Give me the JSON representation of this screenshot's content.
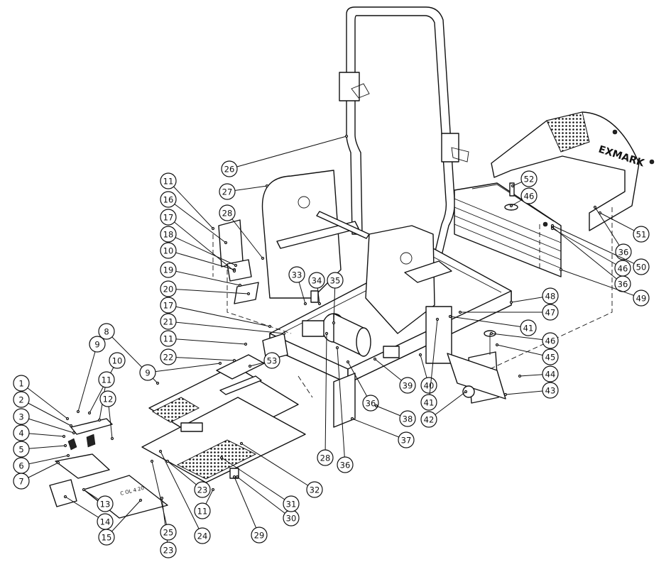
{
  "callouts": [
    {
      "id": "c1",
      "label": "1"
    },
    {
      "id": "c2",
      "label": "2"
    },
    {
      "id": "c3",
      "label": "3"
    },
    {
      "id": "c4",
      "label": "4"
    },
    {
      "id": "c5",
      "label": "5"
    },
    {
      "id": "c6",
      "label": "6"
    },
    {
      "id": "c7",
      "label": "7"
    },
    {
      "id": "c8",
      "label": "8"
    },
    {
      "id": "c9a",
      "label": "9"
    },
    {
      "id": "c9b",
      "label": "9"
    },
    {
      "id": "c10a",
      "label": "10"
    },
    {
      "id": "c10b",
      "label": "10"
    },
    {
      "id": "c11a",
      "label": "11"
    },
    {
      "id": "c11b",
      "label": "11"
    },
    {
      "id": "c11c",
      "label": "11"
    },
    {
      "id": "c11d",
      "label": "11"
    },
    {
      "id": "c12",
      "label": "12"
    },
    {
      "id": "c13",
      "label": "13"
    },
    {
      "id": "c14",
      "label": "14"
    },
    {
      "id": "c15",
      "label": "15"
    },
    {
      "id": "c16",
      "label": "16"
    },
    {
      "id": "c17a",
      "label": "17"
    },
    {
      "id": "c17b",
      "label": "17"
    },
    {
      "id": "c18",
      "label": "18"
    },
    {
      "id": "c19",
      "label": "19"
    },
    {
      "id": "c20",
      "label": "20"
    },
    {
      "id": "c21",
      "label": "21"
    },
    {
      "id": "c22",
      "label": "22"
    },
    {
      "id": "c23a",
      "label": "23"
    },
    {
      "id": "c23b",
      "label": "23"
    },
    {
      "id": "c24",
      "label": "24"
    },
    {
      "id": "c25",
      "label": "25"
    },
    {
      "id": "c26",
      "label": "26"
    },
    {
      "id": "c27",
      "label": "27"
    },
    {
      "id": "c28a",
      "label": "28"
    },
    {
      "id": "c28b",
      "label": "28"
    },
    {
      "id": "c29",
      "label": "29"
    },
    {
      "id": "c30",
      "label": "30"
    },
    {
      "id": "c31",
      "label": "31"
    },
    {
      "id": "c32",
      "label": "32"
    },
    {
      "id": "c33",
      "label": "33"
    },
    {
      "id": "c34",
      "label": "34"
    },
    {
      "id": "c35",
      "label": "35"
    },
    {
      "id": "c36a",
      "label": "36"
    },
    {
      "id": "c36b",
      "label": "36"
    },
    {
      "id": "c36c",
      "label": "36"
    },
    {
      "id": "c36d",
      "label": "36"
    },
    {
      "id": "c37",
      "label": "37"
    },
    {
      "id": "c38",
      "label": "38"
    },
    {
      "id": "c39",
      "label": "39"
    },
    {
      "id": "c40",
      "label": "40"
    },
    {
      "id": "c41a",
      "label": "41"
    },
    {
      "id": "c41b",
      "label": "41"
    },
    {
      "id": "c42",
      "label": "42"
    },
    {
      "id": "c43",
      "label": "43"
    },
    {
      "id": "c44",
      "label": "44"
    },
    {
      "id": "c45",
      "label": "45"
    },
    {
      "id": "c46a",
      "label": "46"
    },
    {
      "id": "c46b",
      "label": "46"
    },
    {
      "id": "c46c",
      "label": "46"
    },
    {
      "id": "c47",
      "label": "47"
    },
    {
      "id": "c48",
      "label": "48"
    },
    {
      "id": "c49",
      "label": "49"
    },
    {
      "id": "c50",
      "label": "50"
    },
    {
      "id": "c51",
      "label": "51"
    },
    {
      "id": "c52",
      "label": "52"
    },
    {
      "id": "c53",
      "label": "53"
    }
  ],
  "markings": {
    "hood_decal": "EXMARK",
    "step_plate_text": "C OL 4 20"
  }
}
